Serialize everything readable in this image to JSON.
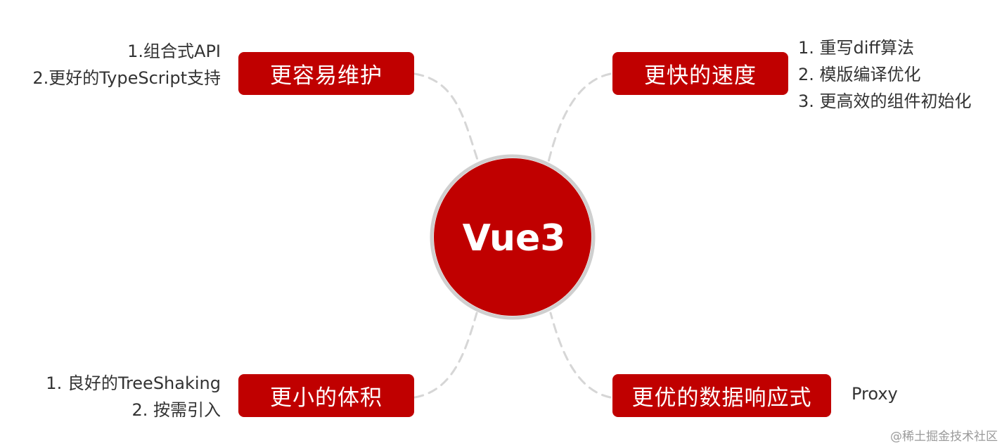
{
  "center": {
    "label": "Vue3"
  },
  "branches": [
    {
      "id": "maintenance",
      "label": "更容易维护",
      "details": [
        "1.组合式API",
        "2.更好的TypeScript支持"
      ]
    },
    {
      "id": "speed",
      "label": "更快的速度",
      "details": [
        "1. 重写diff算法",
        "2. 模版编译优化",
        "3. 更高效的组件初始化"
      ]
    },
    {
      "id": "size",
      "label": "更小的体积",
      "details": [
        "1. 良好的TreeShaking",
        "2. 按需引入"
      ]
    },
    {
      "id": "reactivity",
      "label": "更优的数据响应式",
      "details": [
        "Proxy"
      ]
    }
  ],
  "watermark": "@稀土掘金技术社区",
  "colors": {
    "accent": "#c00000",
    "connector": "#d6d6d6",
    "text": "#333333"
  }
}
